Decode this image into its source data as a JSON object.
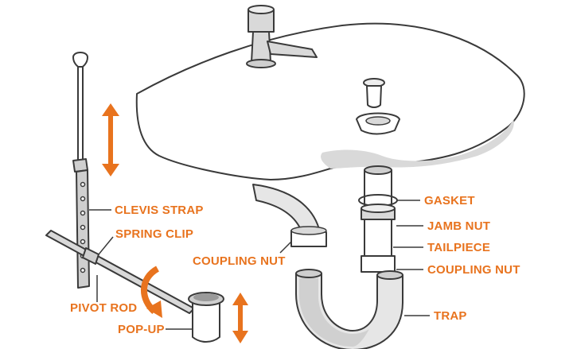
{
  "labels": {
    "clevis_strap": "CLEVIS STRAP",
    "spring_clip": "SPRING CLIP",
    "pivot_rod": "PIVOT ROD",
    "pop_up": "POP-UP",
    "coupling_nut_left": "COUPLING NUT",
    "gasket": "GASKET",
    "jamb_nut": "JAMB NUT",
    "tailpiece": "TAILPIECE",
    "coupling_nut_right": "COUPLING NUT",
    "trap": "TRAP"
  },
  "colors": {
    "accent": "#E8731E",
    "outline": "#3A3A3A",
    "shade": "#D9D9D9",
    "fill": "#FFFFFF"
  }
}
